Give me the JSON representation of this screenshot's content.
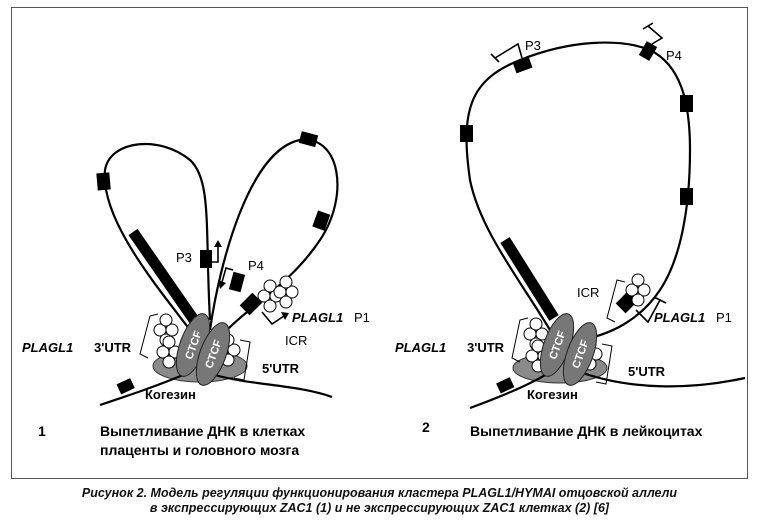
{
  "panel1": {
    "number": "1",
    "caption_line1": "Выпетливание ДНК в клетках",
    "caption_line2": "плаценты и головного мозга",
    "promoter_p3": "P3",
    "promoter_p4": "P4",
    "gene_italic": "PLAGL1",
    "promoter_p1": "P1",
    "icr": "ICR",
    "gene_left": "PLAGL1",
    "utr3": "3'UTR",
    "utr5": "5'UTR",
    "ctcf": "CTCF",
    "cohesin": "Когезин"
  },
  "panel2": {
    "number": "2",
    "caption": "Выпетливание ДНК в лейкоцитах",
    "promoter_p3": "P3",
    "promoter_p4": "P4",
    "gene_italic": "PLAGL1",
    "promoter_p1": "P1",
    "icr": "ICR",
    "gene_left": "PLAGL1",
    "utr3": "3'UTR",
    "utr5": "5'UTR",
    "ctcf": "CTCF",
    "cohesin": "Когезин"
  },
  "figure_caption": {
    "line1": "Рисунок 2. Модель регуляции функционирования кластера PLAGL1/HYMAI отцовской аллели",
    "line2": "в экспрессирующих ZAC1 (1) и не экспрессирующих ZAC1 клетках (2) [6]"
  }
}
